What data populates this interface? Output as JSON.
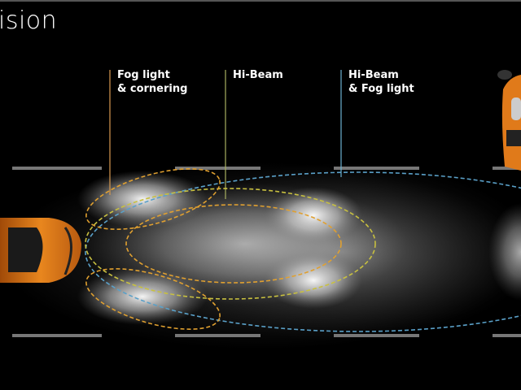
{
  "title": "ision",
  "labels": {
    "fog": {
      "line1": "Fog light",
      "line2": "& cornering",
      "color": "#d89a50"
    },
    "hibeam": {
      "line1": "Hi-Beam",
      "color": "#a8b060"
    },
    "hibeam_fog": {
      "line1": "Hi-Beam",
      "line2": "& Fog light",
      "color": "#6ab0d0"
    }
  },
  "colors": {
    "car": "#e07a1a",
    "orange_dash": "#e0a030",
    "yellow_dash": "#c8c040",
    "blue_dash": "#5aa0c8"
  }
}
